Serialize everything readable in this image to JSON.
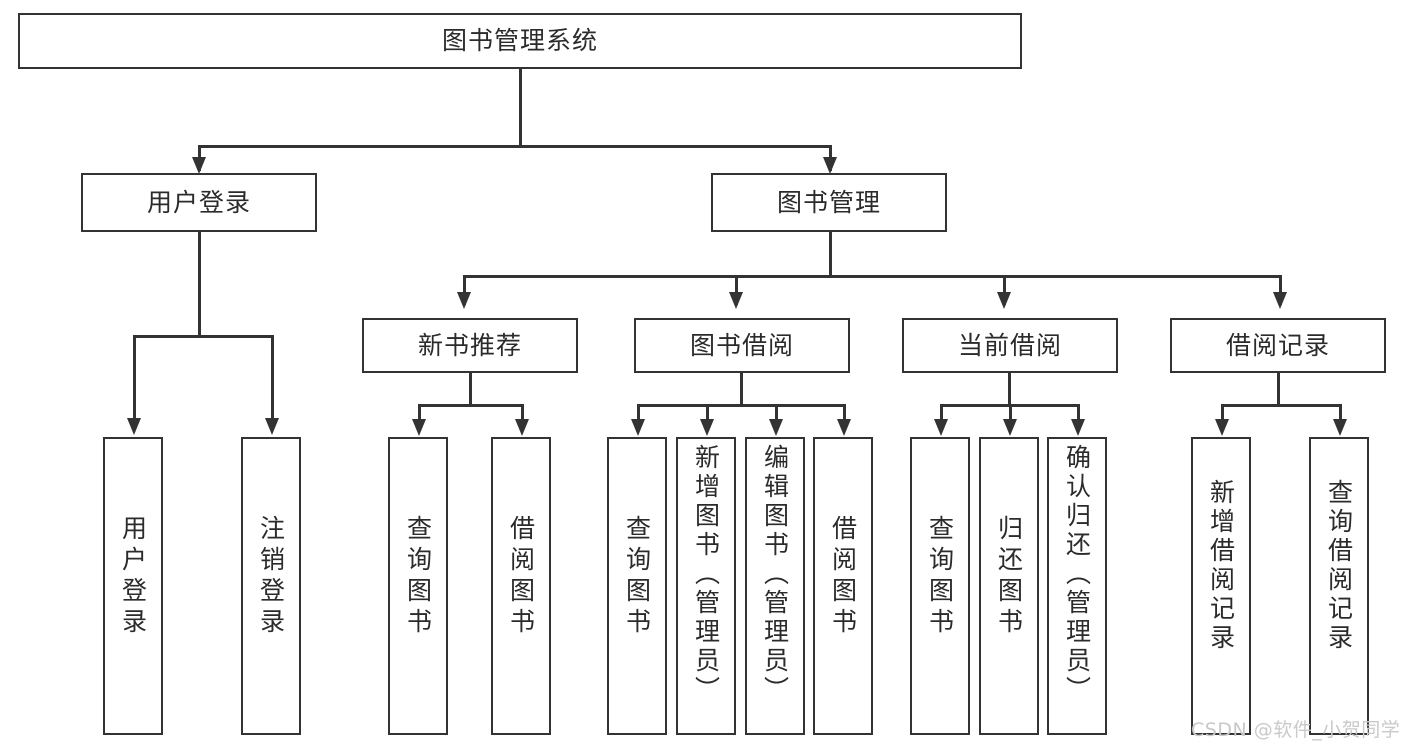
{
  "diagram": {
    "type": "hierarchy-tree",
    "title": "图书管理系统",
    "watermark": "CSDN @软件_小贺同学",
    "colors": {
      "stroke": "#333333",
      "fill": "#ffffff",
      "text": "#2b2b2b",
      "watermark": "#c9c9c9"
    },
    "levels": {
      "root": {
        "label": "图书管理系统"
      },
      "level1": [
        {
          "label": "用户登录"
        },
        {
          "label": "图书管理"
        }
      ],
      "level2": [
        {
          "label": "新书推荐"
        },
        {
          "label": "图书借阅"
        },
        {
          "label": "当前借阅"
        },
        {
          "label": "借阅记录"
        }
      ],
      "leaves": {
        "user_login": [
          {
            "label": "用户登录"
          },
          {
            "label": "注销登录"
          }
        ],
        "new_book_recommend": [
          {
            "label": "查询图书"
          },
          {
            "label": "借阅图书"
          }
        ],
        "book_borrow": [
          {
            "label": "查询图书"
          },
          {
            "label": "新增图书（管理员）"
          },
          {
            "label": "编辑图书（管理员）"
          },
          {
            "label": "借阅图书"
          }
        ],
        "current_borrow": [
          {
            "label": "查询图书"
          },
          {
            "label": "归还图书"
          },
          {
            "label": "确认归还（管理员）"
          }
        ],
        "borrow_record": [
          {
            "label": "新增借阅记录"
          },
          {
            "label": "查询借阅记录"
          }
        ]
      }
    }
  }
}
